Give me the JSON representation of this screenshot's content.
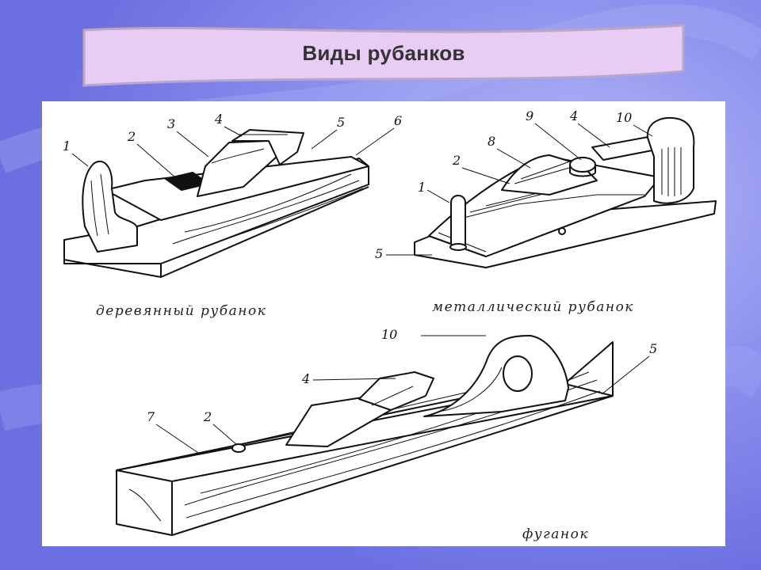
{
  "slide": {
    "title": "Виды рубанков",
    "colors": {
      "background": "#7b7ee8",
      "banner_fill": "#e8ccf4",
      "banner_stroke": "#b9a6c8",
      "panel": "#ffffff",
      "ink": "#111111"
    }
  },
  "diagram": {
    "captions": {
      "wooden_plane": "деревянный рубанок",
      "metal_plane": "металлический рубанок",
      "jointer": "фуганок"
    },
    "wooden_plane_labels": [
      "1",
      "2",
      "3",
      "4",
      "5",
      "6"
    ],
    "metal_plane_labels": [
      "9",
      "4",
      "10",
      "8",
      "2",
      "1",
      "5"
    ],
    "jointer_labels": [
      "10",
      "5",
      "4",
      "7",
      "2"
    ]
  }
}
